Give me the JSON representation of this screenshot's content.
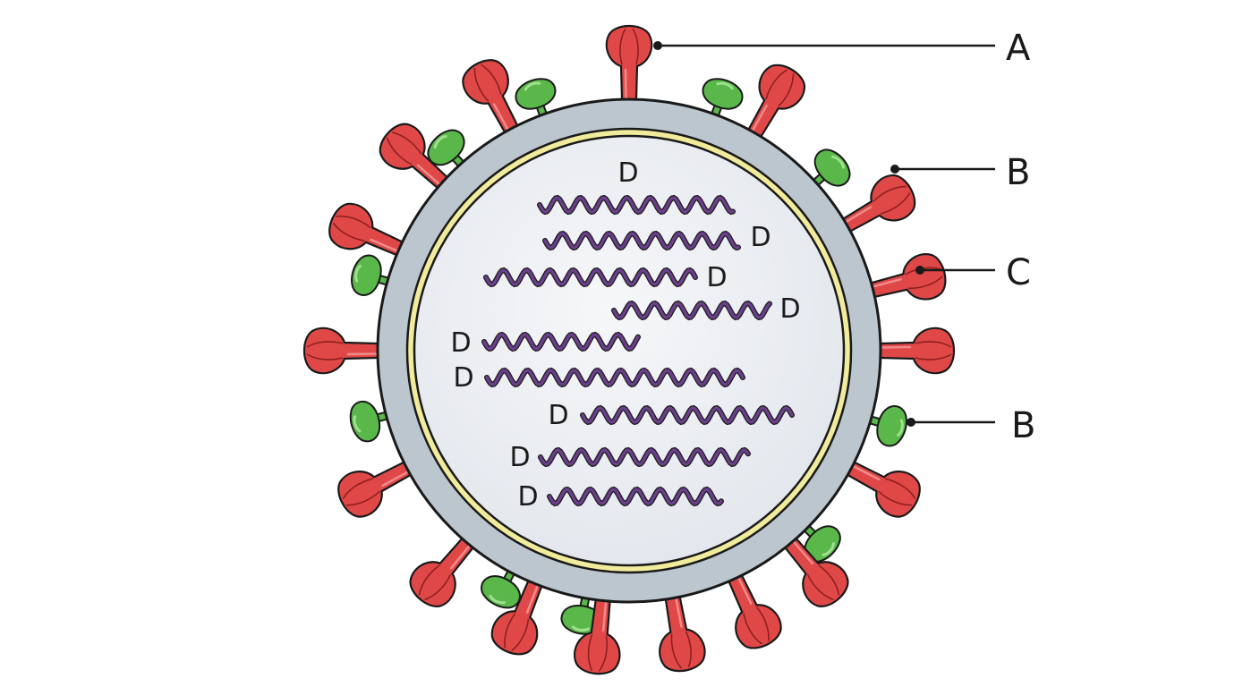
{
  "diagram": {
    "callouts": [
      {
        "id": "A",
        "text": "A"
      },
      {
        "id": "B1",
        "text": "B"
      },
      {
        "id": "C",
        "text": "C"
      },
      {
        "id": "B2",
        "text": "B"
      }
    ],
    "genome_label": "D",
    "genome_segment_count": 9,
    "colors": {
      "envelope": "#b9c4cc",
      "matrix": "#f2eda0",
      "interior": "#eef0f3",
      "spike_large": "#e04848",
      "spike_small": "#5ab84a",
      "rna": "#6a3f8a",
      "outline": "#1a1a1a"
    }
  }
}
